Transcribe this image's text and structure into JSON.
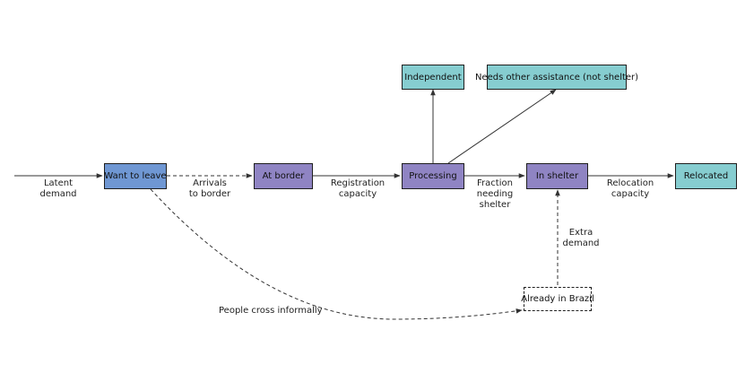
{
  "colors": {
    "want_to_leave": "#6f97d3",
    "stage": "#8f84c3",
    "outcome": "#86cdd0",
    "line": "#333333"
  },
  "nodes": {
    "want_to_leave": "Want to leave",
    "at_border": "At border",
    "processing": "Processing",
    "in_shelter": "In shelter",
    "relocated": "Relocated",
    "independent": "Independent",
    "needs_other": "Needs other assistance (not shelter)",
    "already_in_brazil": "Already in Brazil"
  },
  "flows": {
    "latent_demand": [
      "Latent",
      "demand"
    ],
    "arrivals_to_border": [
      "Arrivals",
      "to border"
    ],
    "registration_capacity": [
      "Registration",
      "capacity"
    ],
    "fraction_needing_shelter": [
      "Fraction",
      "needing",
      "shelter"
    ],
    "relocation_capacity": [
      "Relocation",
      "capacity"
    ],
    "extra_demand": [
      "Extra",
      "demand"
    ],
    "people_cross_informally": "People cross informally"
  }
}
